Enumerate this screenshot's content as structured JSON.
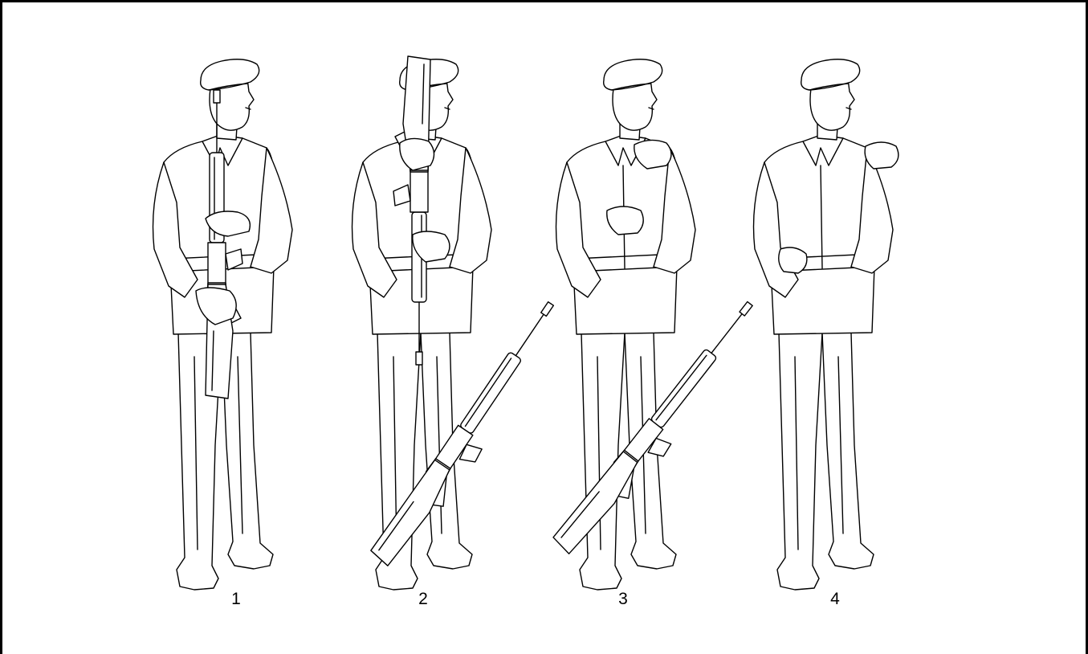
{
  "figure": {
    "panels": [
      {
        "number": "1"
      },
      {
        "number": "2"
      },
      {
        "number": "3"
      },
      {
        "number": "4"
      }
    ]
  }
}
